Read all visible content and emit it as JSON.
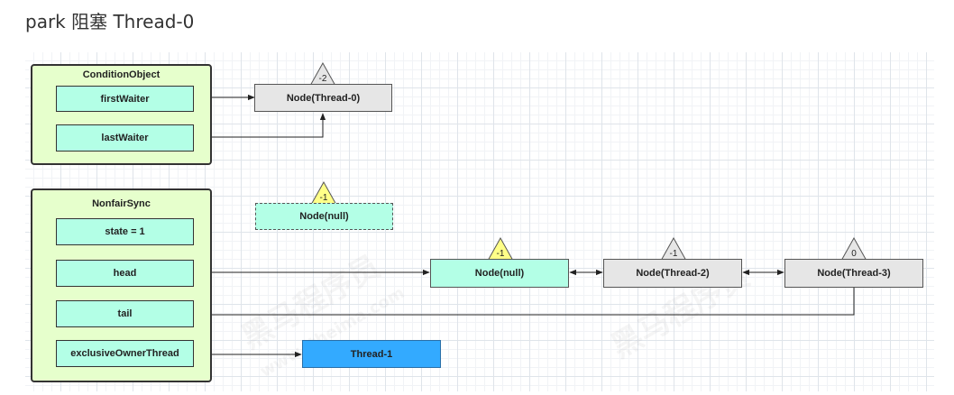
{
  "heading": "park 阻塞 Thread-0",
  "watermark": [
    "黑马程序员",
    "www.itheima.com",
    "黑马程序员"
  ],
  "colors": {
    "container_fill": "#e6ffcc",
    "field_fill": "#b3ffe6",
    "node_grey": "#e6e6e6",
    "triangle_grey": "#e6e6e6",
    "triangle_yellow": "#ffff88",
    "thread_fill": "#33aaff"
  },
  "condition_object": {
    "title": "ConditionObject",
    "first_waiter": "firstWaiter",
    "last_waiter": "lastWaiter",
    "node": {
      "label": "Node(Thread-0)",
      "status": "-2"
    }
  },
  "nonfair_sync": {
    "title": "NonfairSync",
    "state": "state = 1",
    "head": "head",
    "tail": "tail",
    "exclusive_owner": "exclusiveOwnerThread"
  },
  "detached_node": {
    "label": "Node(null)",
    "status": "-1"
  },
  "queue_nodes": [
    {
      "label": "Node(null)",
      "status": "-1"
    },
    {
      "label": "Node(Thread-2)",
      "status": "-1"
    },
    {
      "label": "Node(Thread-3)",
      "status": "0"
    }
  ],
  "owner_thread": "Thread-1"
}
